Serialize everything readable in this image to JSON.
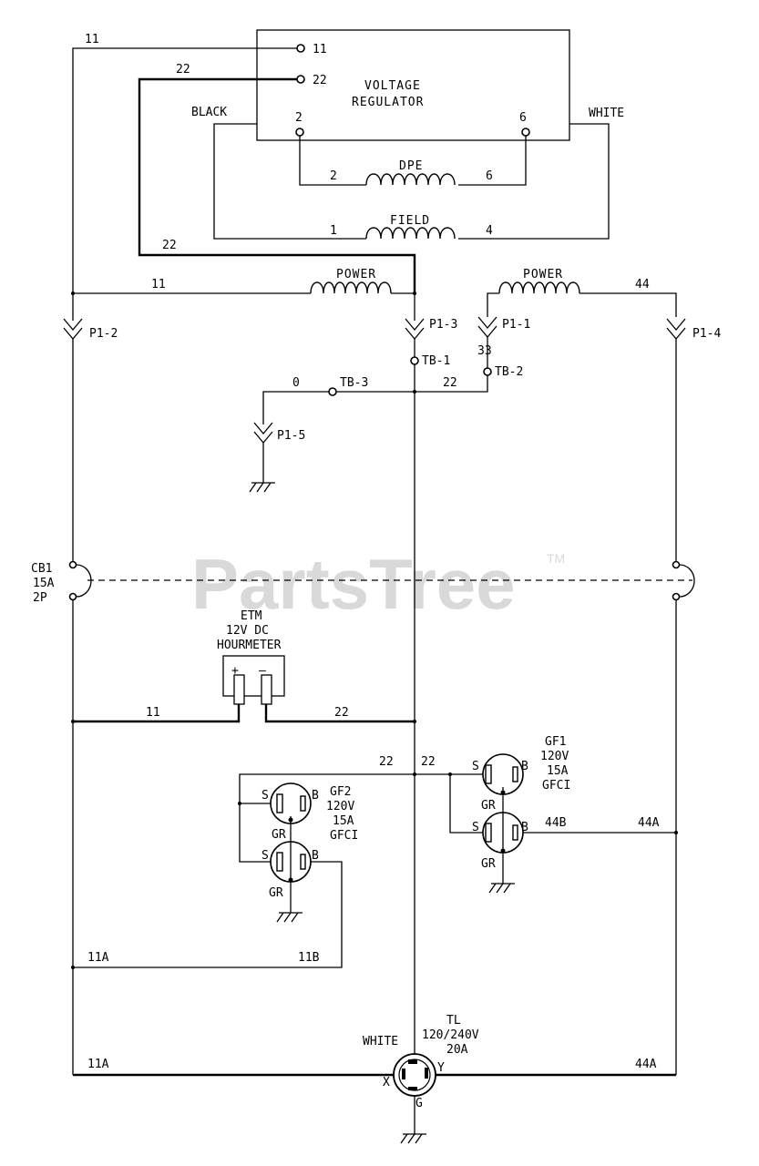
{
  "watermark": {
    "text": "PartsTree",
    "tm": "TM"
  },
  "regulator": {
    "line1": "VOLTAGE",
    "line2": "REGULATOR",
    "t11": "11",
    "t22": "22",
    "t2": "2",
    "t6": "6"
  },
  "wires": {
    "w11_top": "11",
    "w22_top": "22",
    "black": "BLACK",
    "white": "WHITE",
    "dpe": "DPE",
    "dpe_l": "2",
    "dpe_r": "6",
    "field": "FIELD",
    "field_l": "1",
    "field_r": "4",
    "w22_mid": "22",
    "power_l": "POWER",
    "power_r": "POWER",
    "w11_power": "11",
    "w44": "44",
    "w33": "33",
    "w0": "0",
    "w22_tb": "22"
  },
  "connectors": {
    "p1_2": "P1-2",
    "p1_3": "P1-3",
    "p1_1": "P1-1",
    "p1_4": "P1-4",
    "p1_5": "P1-5",
    "tb1": "TB-1",
    "tb2": "TB-2",
    "tb3": "TB-3"
  },
  "breaker": {
    "name": "CB1",
    "rating": "15A",
    "poles": "2P"
  },
  "hourmeter": {
    "l1": "ETM",
    "l2": "12V DC",
    "l3": "HOURMETER",
    "plus": "+",
    "minus": "—",
    "w11": "11",
    "w22": "22"
  },
  "gf1": {
    "name": "GF1",
    "volt": "120V",
    "amp": "15A",
    "type": "GFCI",
    "s": "S",
    "b": "B",
    "gr": "GR",
    "s2": "S",
    "b2": "B",
    "gr2": "GR",
    "w22a": "22",
    "w22b": "22",
    "w44b": "44B",
    "w44a": "44A"
  },
  "gf2": {
    "name": "GF2",
    "volt": "120V",
    "amp": "15A",
    "type": "GFCI",
    "s": "S",
    "b": "B",
    "gr": "GR",
    "s2": "S",
    "b2": "B",
    "gr2": "GR"
  },
  "bottom": {
    "w11a": "11A",
    "w11b": "11B",
    "w11a_bot": "11A",
    "w44a_bot": "44A"
  },
  "twistlock": {
    "white": "WHITE",
    "name": "TL",
    "volt": "120/240V",
    "amp": "20A",
    "x": "X",
    "y": "Y",
    "g": "G"
  }
}
